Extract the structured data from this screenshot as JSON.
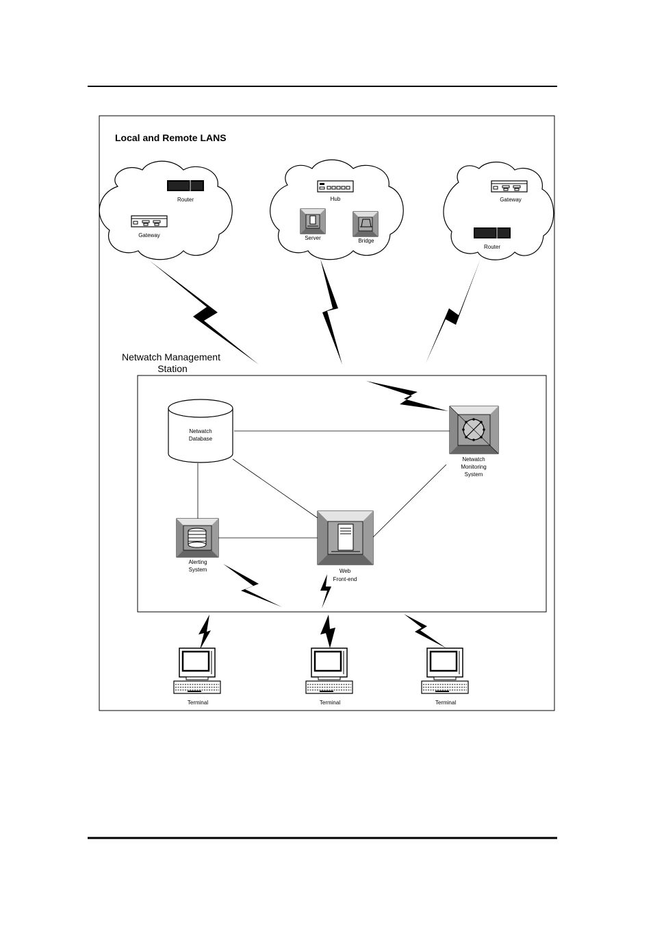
{
  "diagram": {
    "title": "Local and Remote LANS",
    "station_label_line1": "Netwatch Management",
    "station_label_line2": "Station",
    "station_label_color": "#cc0000",
    "clouds": {
      "left": {
        "router": "Router",
        "gateway": "Gateway"
      },
      "center": {
        "hub": "Hub",
        "server": "Server",
        "bridge": "Bridge"
      },
      "right": {
        "gateway": "Gateway",
        "router": "Router"
      }
    },
    "nodes": {
      "database": {
        "line1": "Netwatch",
        "line2": "Database"
      },
      "monitoring": {
        "line1": "Netwatch",
        "line2": "Monitoring",
        "line3": "System"
      },
      "alerting": {
        "line1": "Alerting",
        "line2": "System"
      },
      "web": {
        "line1": "Web",
        "line2": "Front-end"
      }
    },
    "terminals": [
      "Terminal",
      "Terminal",
      "Terminal"
    ]
  }
}
